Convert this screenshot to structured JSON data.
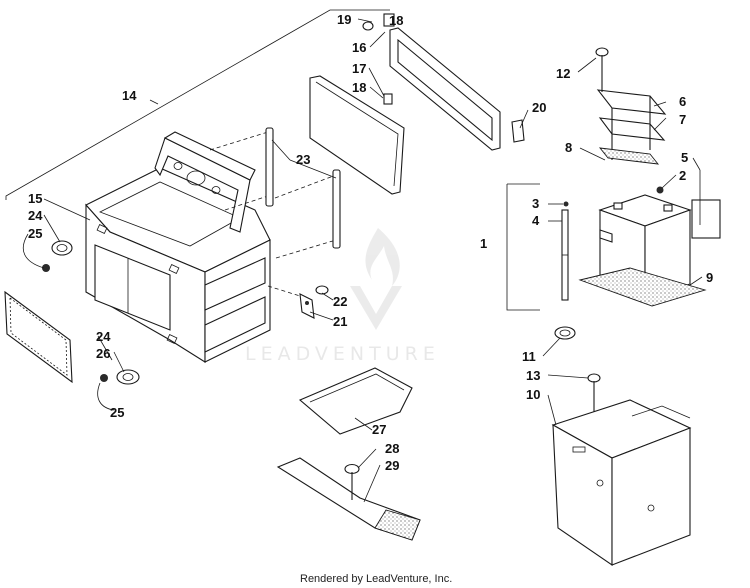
{
  "callouts": {
    "c1": "1",
    "c2": "2",
    "c3": "3",
    "c4": "4",
    "c5": "5",
    "c6": "6",
    "c7": "7",
    "c8": "8",
    "c9": "9",
    "c10": "10",
    "c11": "11",
    "c12": "12",
    "c13": "13",
    "c14": "14",
    "c15": "15",
    "c16": "16",
    "c17": "17",
    "c18a": "18",
    "c18b": "18",
    "c19": "19",
    "c20": "20",
    "c21": "21",
    "c22": "22",
    "c23": "23",
    "c24a": "24",
    "c24b": "24",
    "c25a": "25",
    "c25b": "25",
    "c26": "26",
    "c27": "27",
    "c28": "28",
    "c29": "29"
  },
  "watermark": {
    "brand": "LEADVENTURE"
  },
  "footer": {
    "credit": "Rendered by LeadVenture, Inc."
  }
}
